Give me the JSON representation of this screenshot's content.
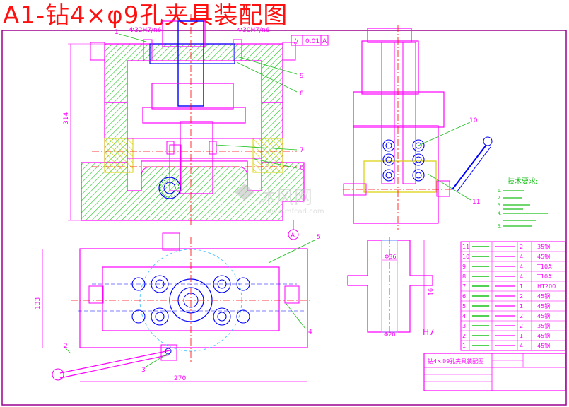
{
  "title": "A1-钻4×φ9孔夹具装配图",
  "fits": {
    "fit_left": "Φ32H7/n6",
    "fit_right": "Φ30H7/n6",
    "tolerance_symbol": "//",
    "tolerance_value": "0.01",
    "datum": "A",
    "h7": "H7"
  },
  "dims": {
    "height_314": "314",
    "height_133": "133",
    "width_270": "270",
    "dim_91": "91",
    "dim_phi36": "Φ36",
    "dim_phi20": "Φ20"
  },
  "datum_marker": "A",
  "balloons": [
    "1",
    "9",
    "8",
    "7",
    "6",
    "5",
    "4",
    "3",
    "2",
    "10",
    "11"
  ],
  "watermark": {
    "brand": "沐风网",
    "url": "www.mfcad.com"
  },
  "tech": {
    "heading": "技术要求:",
    "lines": [
      "1.",
      "2.",
      "3.",
      "4.",
      "5."
    ]
  },
  "bom": {
    "rows": [
      {
        "no": "11",
        "qty": "2",
        "mat": "35钢"
      },
      {
        "no": "10",
        "qty": "4",
        "mat": "45钢"
      },
      {
        "no": "9",
        "qty": "4",
        "mat": "T10A"
      },
      {
        "no": "8",
        "qty": "4",
        "mat": "T10A"
      },
      {
        "no": "7",
        "qty": "1",
        "mat": "HT200"
      },
      {
        "no": "6",
        "qty": "2",
        "mat": "45钢"
      },
      {
        "no": "5",
        "qty": "1",
        "mat": "45钢"
      },
      {
        "no": "4",
        "qty": "2",
        "mat": "45钢"
      },
      {
        "no": "3",
        "qty": "2",
        "mat": "35钢"
      },
      {
        "no": "2",
        "qty": "1",
        "mat": "45钢"
      },
      {
        "no": "1",
        "qty": "4",
        "mat": "45钢"
      }
    ]
  },
  "title_block": {
    "name": "钻4×Φ9孔夹具装配图"
  }
}
